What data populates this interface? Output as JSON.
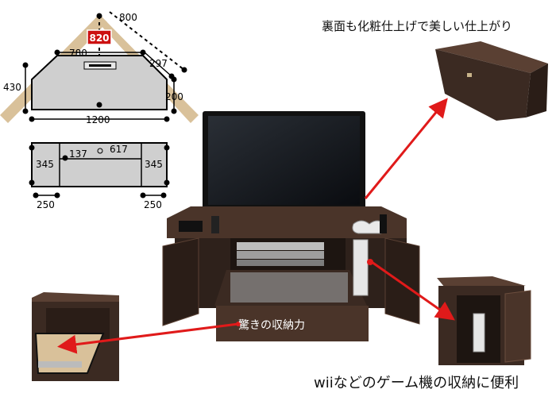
{
  "captions": {
    "back_finish": "裏面も化粧仕上げで美しい仕上がり",
    "drawer_storage": "驚きの収納力",
    "game_storage": "wiiなどのゲーム機の収納に便利"
  },
  "top_diagram": {
    "height_label": "820",
    "diag_label": "800",
    "top_width": "780",
    "side_diag": "297",
    "left_height": "430",
    "right_height": "200",
    "base_width": "1200"
  },
  "front_diagram": {
    "inner_left": "137",
    "inner_span": "617",
    "left_height": "345",
    "right_height": "345",
    "left_foot": "250",
    "right_foot": "250"
  },
  "colors": {
    "wood": "#3b2a22",
    "wood_light": "#5a4033",
    "beige_wall": "#d9c19a",
    "diagram_fill": "#cfcfcf",
    "accent_red": "#cc1111",
    "arrow_red": "#e01a1a"
  }
}
